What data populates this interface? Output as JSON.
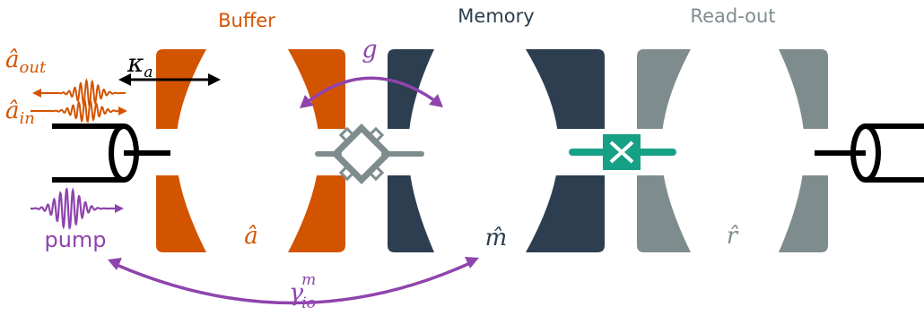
{
  "colors": {
    "buffer": "#D35400",
    "memory": "#2C3E50",
    "readout": "#7F8C8D",
    "pump": "#8E44AD",
    "coupler": "#16A085",
    "snail": "#7F8C8D",
    "line": "#000000"
  },
  "titles": {
    "buffer": "Buffer",
    "memory": "Memory",
    "readout": "Read-out"
  },
  "labels": {
    "kappa": "κ",
    "kappa_sub": "a",
    "a_out": "â",
    "a_out_sub": "out",
    "a_in": "â",
    "a_in_sub": "in",
    "g": "g",
    "pump": "pump",
    "mode_a": "â",
    "mode_m": "m̂",
    "mode_r": "r̂",
    "gamma": "γ",
    "gamma_sub": "io",
    "gamma_sup": "m"
  },
  "icons": {
    "coax_left": "coaxial-connector-icon",
    "coax_right": "coaxial-connector-icon",
    "snail": "snail-squid-icon",
    "junction": "josephson-junction-icon"
  }
}
